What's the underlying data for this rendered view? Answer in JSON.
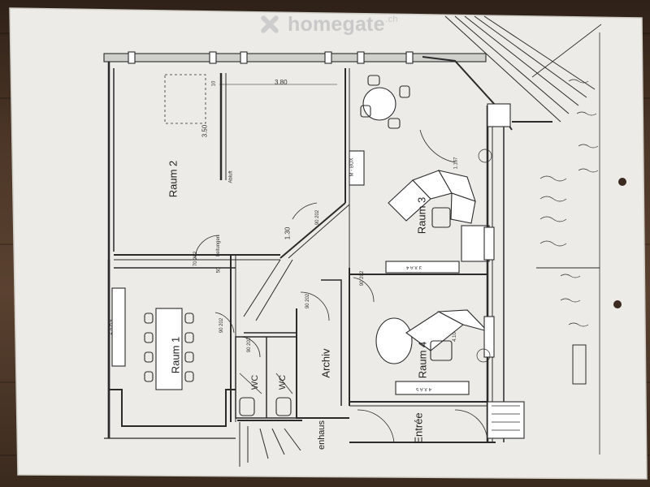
{
  "brand": {
    "name": "homegate",
    "tld": ".ch"
  },
  "rooms": {
    "raum2": "Raum 2",
    "raum3": "Raum 3",
    "raum1": "Raum 1",
    "raum4": "Raum 4",
    "archiv": "Archiv",
    "entree": "Entrée",
    "wc1": "WC",
    "wc2": "WC",
    "treppenhaus": "enhaus"
  },
  "labels": {
    "mbox": "M - BOX",
    "dim_380": "3.80",
    "dim_350": "3.50",
    "dim_130": "1.30",
    "dim_50": "50",
    "dim_10": "10",
    "dim_410": "4.10",
    "dim_1167": "1.167",
    "shelf_1": "2 X A 4",
    "shelf_2": "3 X A 4",
    "shelf_3": "4 X A 5",
    "door_1": "90 202",
    "door_2": "70 202",
    "door_3": "90 202",
    "door_4": "90 202",
    "door_5": "90 202",
    "door_6": "90 202",
    "abluft": "Abluft",
    "leitungen": "Leitungen"
  },
  "colors": {
    "paper": "#ededea",
    "ink": "#2b2b2b",
    "wood": "#4a3526"
  }
}
